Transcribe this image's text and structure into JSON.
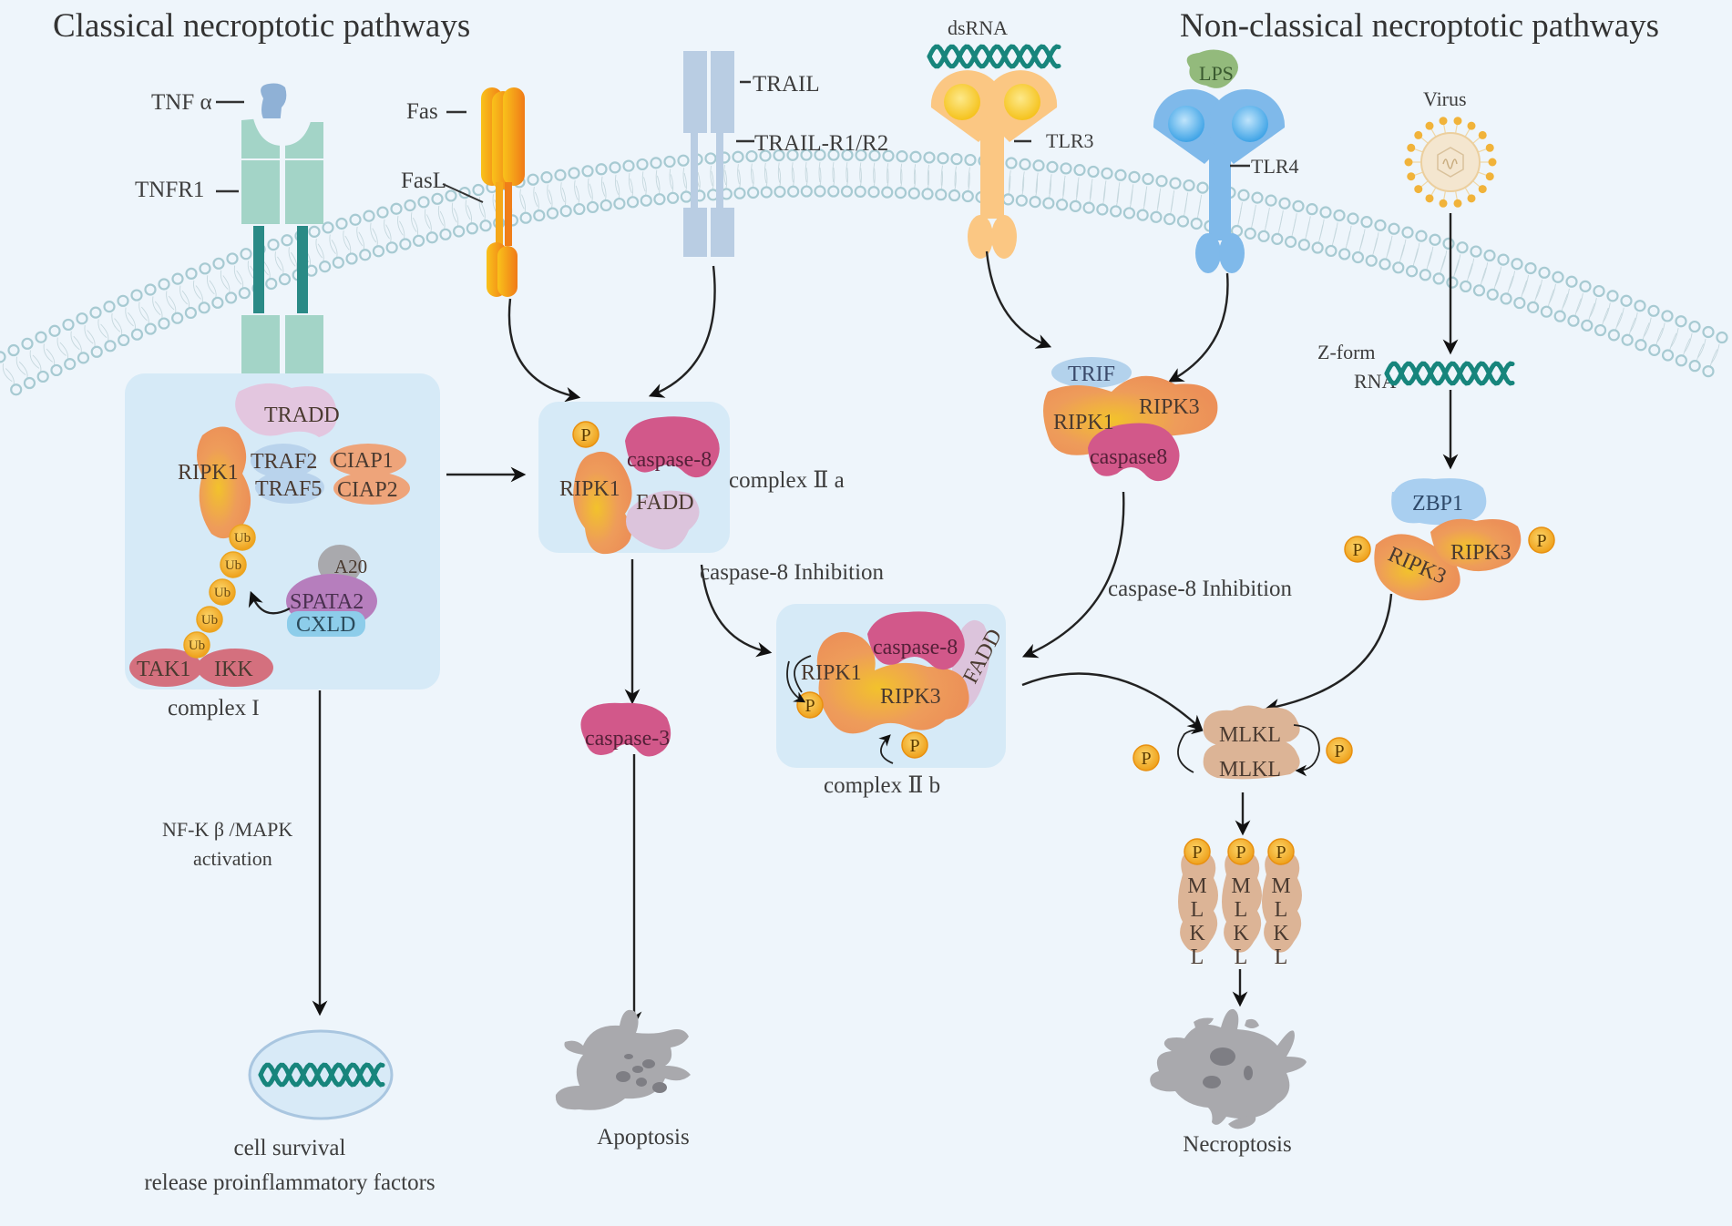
{
  "titles": {
    "left": "Classical necroptotic pathways",
    "right": "Non-classical necroptotic pathways"
  },
  "ligands_receptors": {
    "tnf": "TNF α",
    "tnfr1": "TNFR1",
    "fas": "Fas",
    "fasl": "FasL",
    "trail": "TRAIL",
    "trail_r": "TRAIL-R1/R2",
    "dsrna": "dsRNA",
    "tlr3": "TLR3",
    "lps": "LPS",
    "tlr4": "TLR4",
    "virus": "Virus",
    "zform1": "Z-form",
    "zform2": "RNA"
  },
  "complex1": {
    "label": "complex I",
    "tradd": "TRADD",
    "ripk1": "RIPK1",
    "traf2": "TRAF2",
    "traf5": "TRAF5",
    "ciap1": "CIAP1",
    "ciap2": "CIAP2",
    "ub": "Ub",
    "a20": "A20",
    "spata2": "SPATA2",
    "cxld": "CXLD",
    "tak1": "TAK1",
    "ikk": "IKK"
  },
  "complex2a": {
    "label": "complex Ⅱ a",
    "p": "P",
    "ripk1": "RIPK1",
    "casp8": "caspase-8",
    "fadd": "FADD"
  },
  "complex2b": {
    "label": "complex Ⅱ b",
    "ripk1": "RIPK1",
    "ripk3": "RIPK3",
    "casp8": "caspase-8",
    "fadd": "FADD",
    "p": "P"
  },
  "tlr_complex": {
    "trif": "TRIF",
    "ripk1": "RIPK1",
    "ripk3": "RIPK3",
    "casp8": "caspase8"
  },
  "zbp1_complex": {
    "zbp1": "ZBP1",
    "ripk3a": "RIPK3",
    "ripk3b": "RIPK3",
    "p": "P"
  },
  "annotations": {
    "casp8_inhib_left": "caspase-8 Inhibition",
    "casp8_inhib_right": "caspase-8 Inhibition",
    "nfkb_1": "NF-K β /MAPK",
    "nfkb_2": "activation"
  },
  "mlkl": {
    "label": "MLKL",
    "p": "P",
    "letters": [
      "M",
      "L",
      "K",
      "L"
    ]
  },
  "casp3": "caspase-3",
  "outcomes": {
    "survival_1": "cell survival",
    "survival_2": "release proinflammatory factors",
    "apoptosis": "Apoptosis",
    "necroptosis": "Necroptosis"
  },
  "colors": {
    "background": "#eef5fb",
    "complex_box": "#d9ecf8",
    "ripk": "#ee9a5c",
    "caspase": "#d2588a",
    "fadd": "#dcc4dc",
    "phospho": "#f2a91e",
    "mlkl": "#dcb496",
    "dna": "#1a8a80",
    "tnfr": "#9fd5c8",
    "tlr3": "#fbc783",
    "tlr4": "#7fb9ea",
    "cell": "#a9a9ad"
  }
}
